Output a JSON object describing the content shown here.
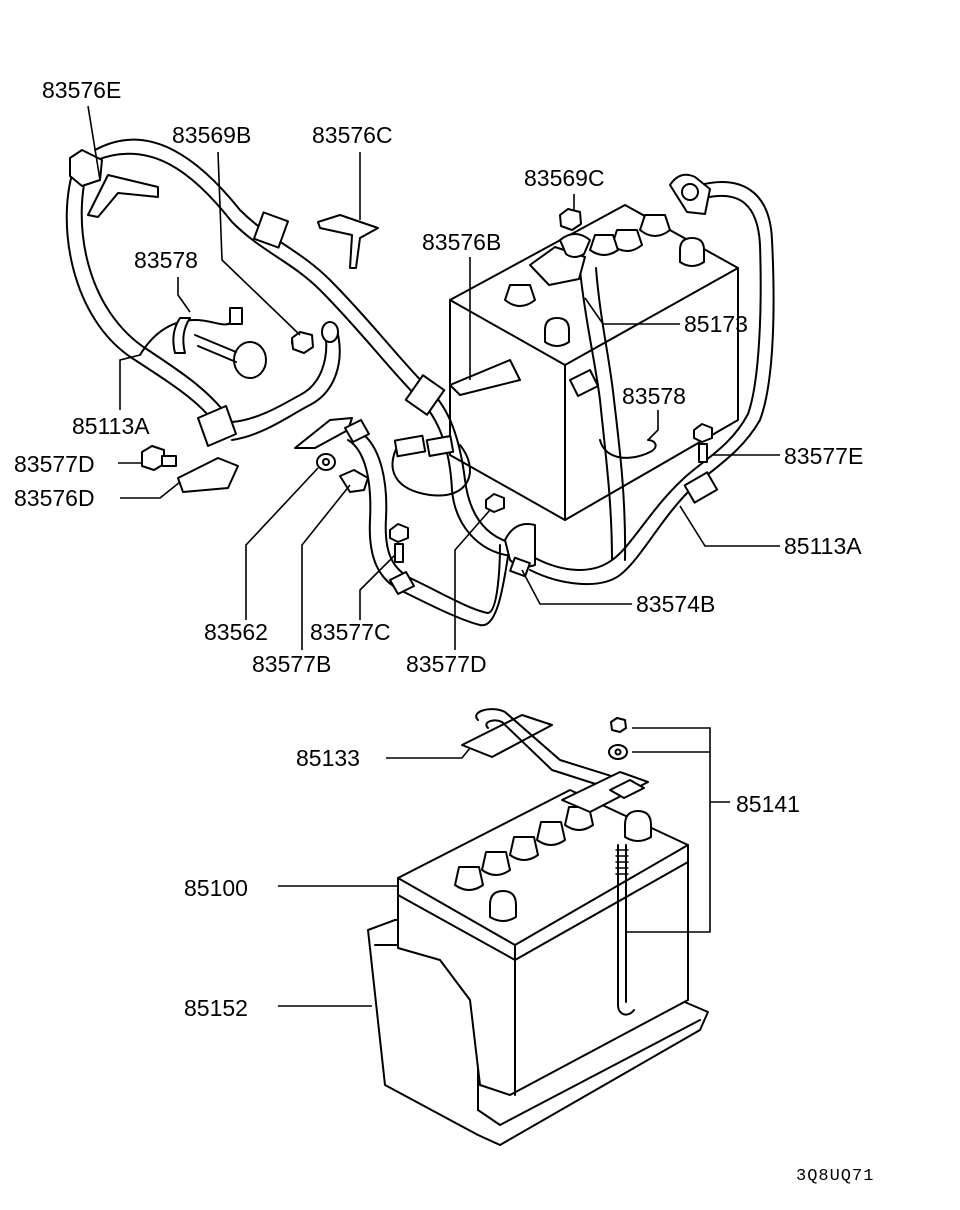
{
  "diagram": {
    "diagram_code": "3Q8UQ71",
    "part_labels": {
      "l83576E": "83576E",
      "l83569B": "83569B",
      "l83576C": "83576C",
      "l83569C": "83569C",
      "l83576B": "83576B",
      "l83578a": "83578",
      "l85173": "85173",
      "l83578b": "83578",
      "l85113Aa": "85113A",
      "l83577Ea": "83577E",
      "l83577Da": "83577D",
      "l83576D": "83576D",
      "l85113Ab": "85113A",
      "l83574B": "83574B",
      "l83562": "83562",
      "l83577C": "83577C",
      "l83577B": "83577B",
      "l83577Db": "83577D",
      "l85133": "85133",
      "l85141": "85141",
      "l85100": "85100",
      "l85152": "85152"
    }
  }
}
